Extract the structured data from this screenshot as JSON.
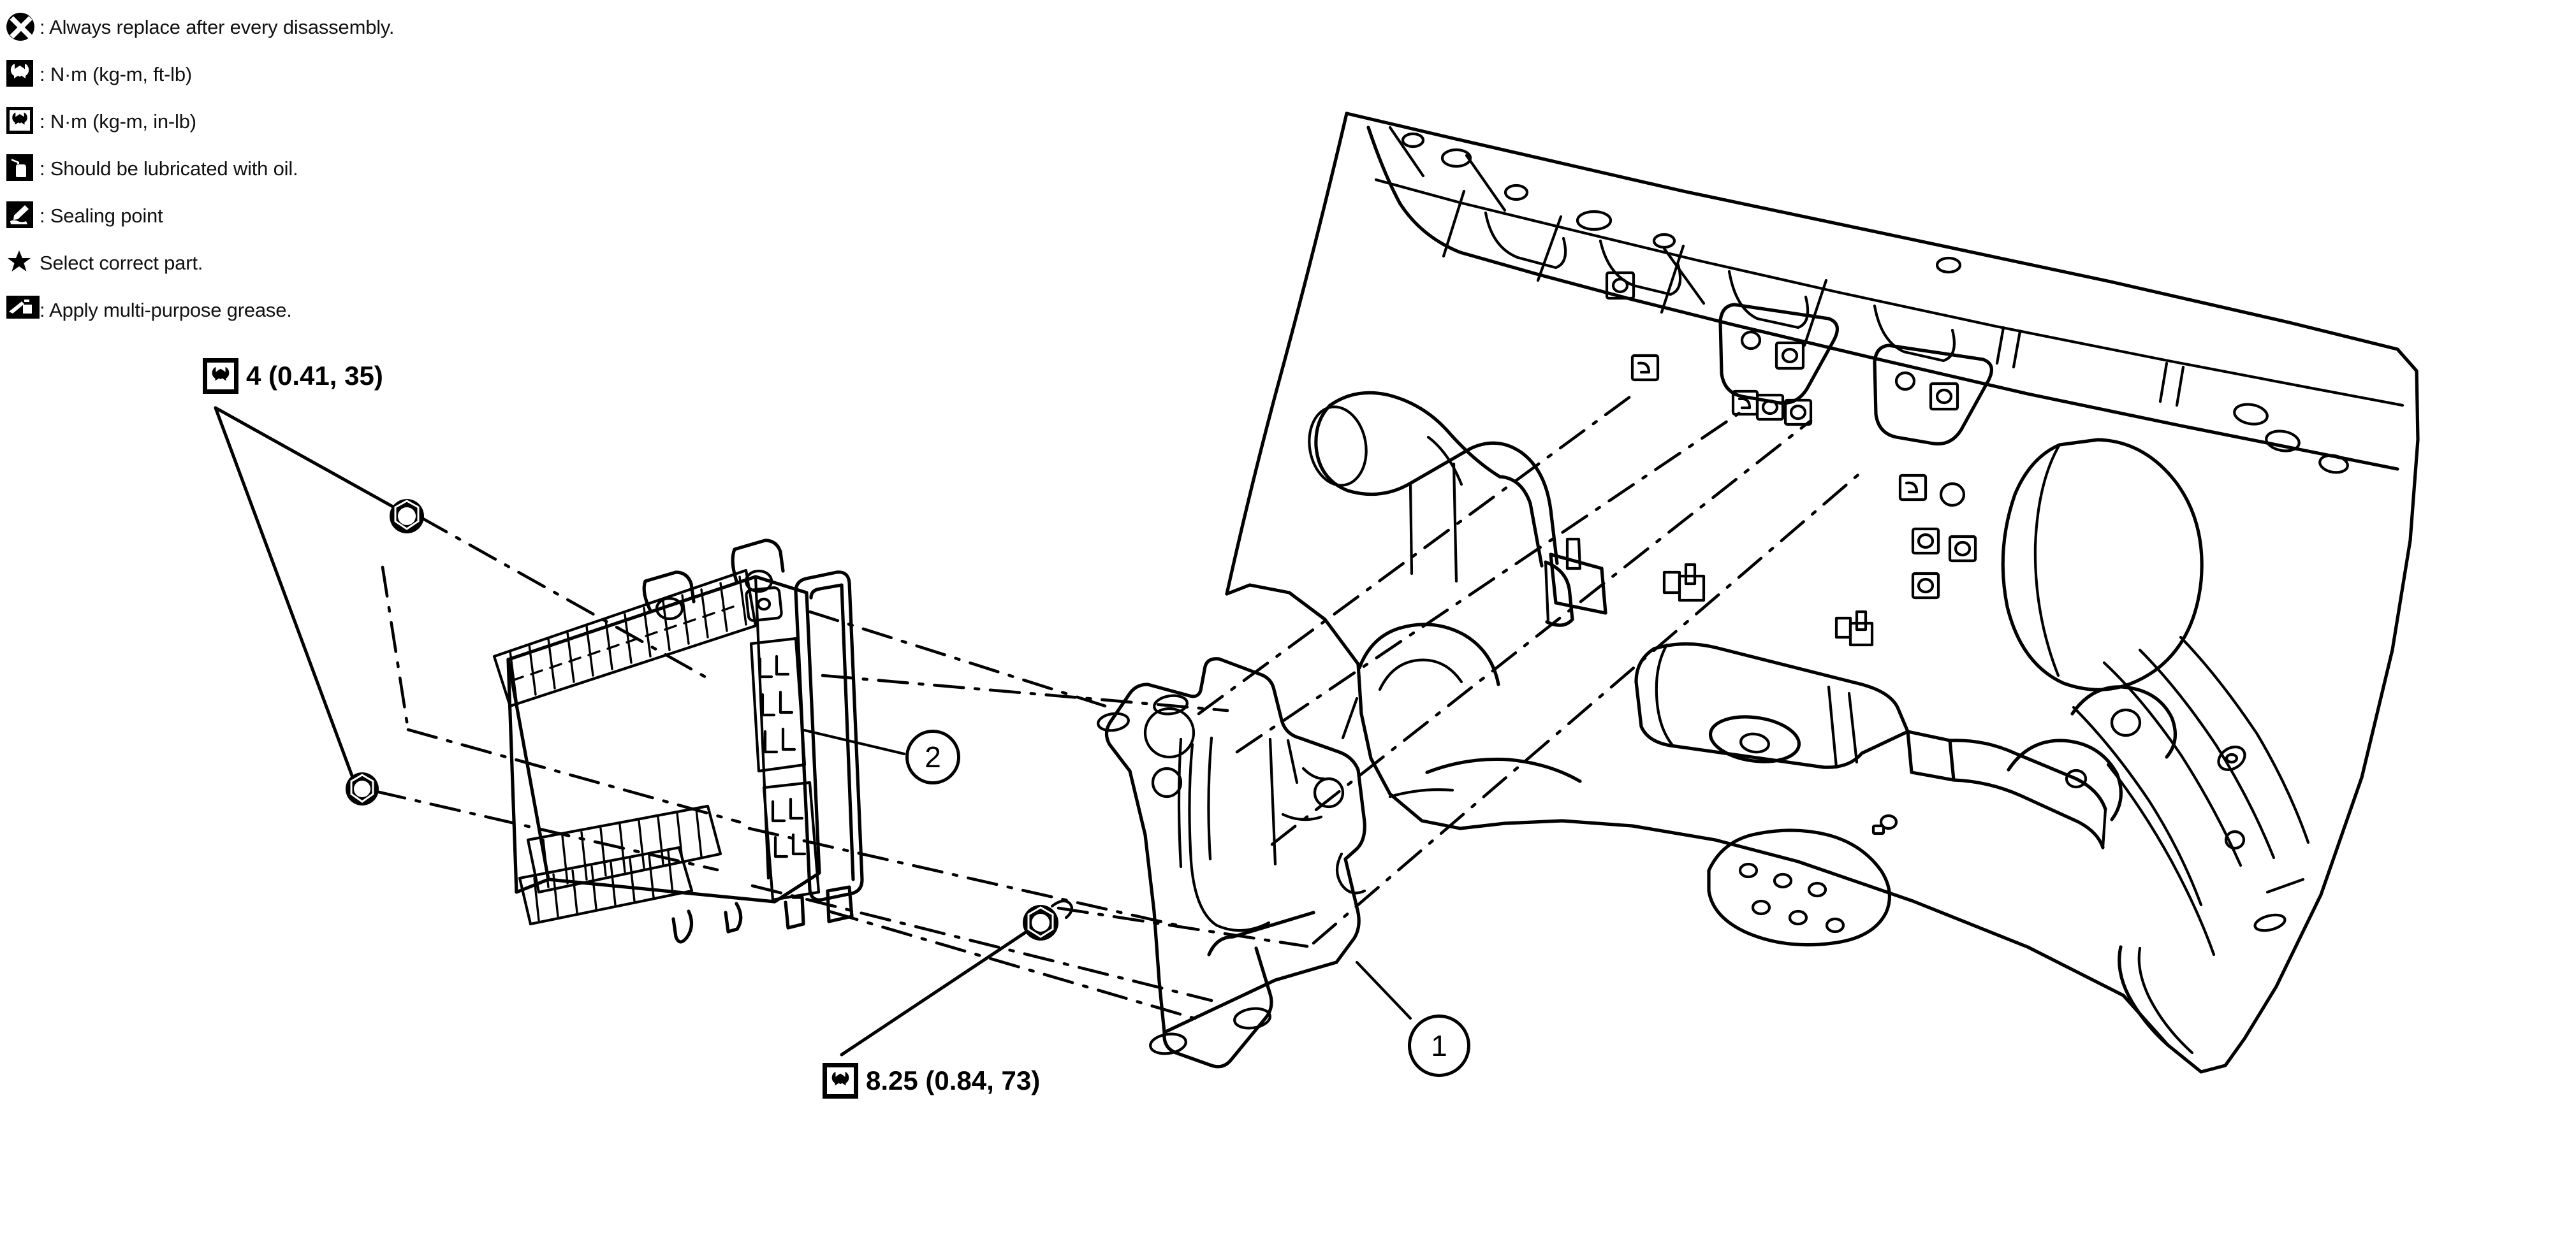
{
  "legend": {
    "items": [
      {
        "icon": "replace-after-disassembly-icon",
        "text": ": Always replace after every disassembly."
      },
      {
        "icon": "torque-nm-ftlb-icon",
        "text": ": N·m (kg-m, ft-lb)"
      },
      {
        "icon": "torque-nm-inlb-icon",
        "text": ": N·m (kg-m, in-lb)"
      },
      {
        "icon": "lubricate-with-oil-icon",
        "text": ": Should be lubricated with oil."
      },
      {
        "icon": "sealing-point-icon",
        "text": ": Sealing point"
      },
      {
        "icon": "star-icon",
        "text": "Select correct part."
      },
      {
        "icon": "multi-purpose-grease-icon",
        "text": ": Apply multi-purpose grease."
      }
    ]
  },
  "torque_specs": [
    {
      "id": "torque-upper",
      "icon": "torque-nm-inlb-icon",
      "value": "4 (0.41, 35)",
      "nm": 4,
      "kgm": 0.41,
      "inlb": 35
    },
    {
      "id": "torque-lower",
      "icon": "torque-nm-inlb-icon",
      "value": "8.25 (0.84, 73)",
      "nm": 8.25,
      "kgm": 0.84,
      "inlb": 73
    }
  ],
  "callouts": [
    {
      "id": "callout-1",
      "number": "1",
      "part": "mounting-bracket"
    },
    {
      "id": "callout-2",
      "number": "2",
      "part": "control-module"
    }
  ],
  "colors": {
    "ink": "#000000",
    "background": "#ffffff"
  }
}
